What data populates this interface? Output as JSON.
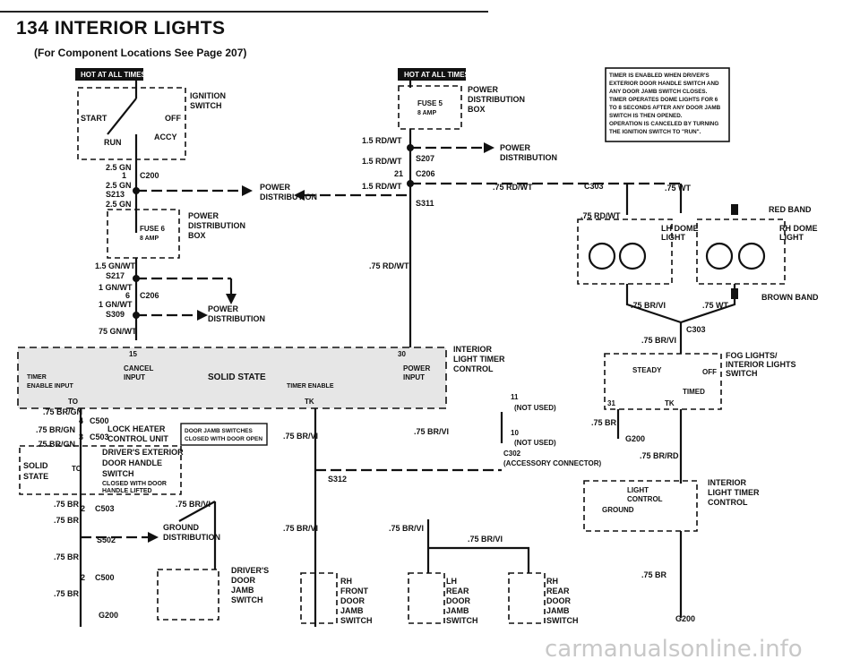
{
  "page": {
    "number_title": "134  INTERIOR LIGHTS",
    "subtitle": "(For Component Locations See Page 207)",
    "watermark": "carmanualsonline.info"
  },
  "diagram": {
    "hot_left": "HOT AT ALL TIMES",
    "hot_mid": "HOT AT ALL TIMES",
    "ign_switch": [
      "IGNITION",
      "SWITCH"
    ],
    "ign_pos": {
      "start": "START",
      "off": "OFF",
      "run": "RUN",
      "accy": "ACCY"
    },
    "wire_25gn_a": "2.5 GN",
    "c200_pin": "1",
    "c200": "C200",
    "wire_25gn_b": "2.5 GN",
    "s213": "S213",
    "wire_25gn_c": "2.5 GN",
    "pdb_left": [
      "POWER",
      "DISTRIBUTION",
      "BOX"
    ],
    "fuse6": [
      "FUSE 6",
      "8 AMP"
    ],
    "fuse5": [
      "FUSE 5",
      "8 AMP"
    ],
    "pdb_mid": [
      "POWER",
      "DISTRIBUTION",
      "BOX"
    ],
    "power_dist": [
      "POWER",
      "DISTRIBUTION"
    ],
    "wire_15gnwt": "1.5 GN/WT",
    "s217": "S217",
    "wire_1gnwt_a": "1 GN/WT",
    "c206_pin_a": "6",
    "c206_a": "C206",
    "wire_1gnwt_b": "1 GN/WT",
    "s309": "S309",
    "wire_75gnwt": "75 GN/WT",
    "wire_15rdwt_a": "1.5 RD/WT",
    "wire_15rdwt_b": "1.5 RD/WT",
    "s207": "S207",
    "c206_pin_b": "21",
    "c206_b": "C206",
    "wire_15rdwt_c": "1.5 RD/WT",
    "s311": "S311",
    "wire_75rdwt_a": ".75 RD/WT",
    "wire_75rdwt_b": ".75 RD/WT",
    "c303_top": "C303",
    "wire_75wt_a": ".75 WT",
    "wire_75rdwt_c": ".75 RD/WT",
    "red_band": "RED BAND",
    "lh_dome": [
      "LH DOME",
      "LIGHT"
    ],
    "rh_dome": [
      "RH DOME",
      "LIGHT"
    ],
    "wire_75brvi_a": ".75 BR/VI",
    "wire_75wt_b": ".75 WT",
    "brown_band": "BROWN BAND",
    "c303_mid": "C303",
    "note": [
      "TIMER IS ENABLED WHEN DRIVER'S",
      "EXTERIOR DOOR HANDLE SWITCH AND",
      "ANY DOOR JAMB SWITCH CLOSES.",
      "TIMER OPERATES DOME LIGHTS FOR 6",
      "TO 8 SECONDS AFTER ANY DOOR JAMB",
      "SWITCH IS THEN OPENED.",
      "OPERATION IS CANCELED BY TURNING",
      "THE IGNITION SWITCH TO \"RUN\"."
    ],
    "wire_75brvi_b": ".75 BR/VI",
    "fog_switch": [
      "FOG LIGHTS/",
      "INTERIOR LIGHTS",
      "SWITCH"
    ],
    "fog_pos": {
      "steady": "STEADY",
      "off": "OFF",
      "timed": "TIMED"
    },
    "fog_pins": {
      "p31": "31",
      "tk": "TK"
    },
    "timer_pins": {
      "p15": "15",
      "p30": "30",
      "to": "TO",
      "tk": "TK"
    },
    "timer_labels": {
      "timer_enable": [
        "TIMER",
        "ENABLE INPUT"
      ],
      "cancel": [
        "CANCEL",
        "INPUT"
      ],
      "solid_state": "SOLID STATE",
      "power_input": [
        "POWER",
        "INPUT"
      ],
      "timer_enable_b": "TIMER ENABLE"
    },
    "ilt_control_top": [
      "INTERIOR",
      "LIGHT TIMER",
      "CONTROL"
    ],
    "pin11": "11",
    "not_used_a": "(NOT USED)",
    "pin10": "10",
    "not_used_b": "(NOT USED)",
    "c302": "C302",
    "acc_conn": "(ACCESSORY CONNECTOR)",
    "wire_75brvi_c": ".75 BR/VI",
    "wire_75br_a": ".75 BR",
    "g200_a": "G200",
    "wire_75brrd": ".75 BR/RD",
    "ilt_control_right": [
      "INTERIOR",
      "LIGHT TIMER",
      "CONTROL"
    ],
    "light_control": [
      "LIGHT",
      "CONTROL"
    ],
    "ground_label": "GROUND",
    "wire_75brgn_a": ".75 BR/GN",
    "c500_pin_a": "4",
    "c500_a": "C500",
    "wire_75brgn_b": ".75 BR/GN",
    "c503_pin_a": "3",
    "c503_a": "C503",
    "wire_75brgn_c": ".75 BR/GN",
    "lock_heater": [
      "LOCK HEATER",
      "CONTROL UNIT"
    ],
    "jamb_box": [
      "DOOR JAMB SWITCHES",
      "CLOSED WITH DOOR OPEN"
    ],
    "wire_75brvi_d": ".75 BR/VI",
    "solid_state": [
      "SOLID",
      "STATE"
    ],
    "to_label": "TO",
    "drv_ext": [
      "DRIVER'S EXTERIOR",
      "DOOR HANDLE",
      "SWITCH"
    ],
    "closed_note": [
      "CLOSED WITH DOOR",
      "HANDLE LIFTED"
    ],
    "s312": "S312",
    "wire_75br_b": ".75 BR",
    "c503_pin_b": "2",
    "c503_b": "C503",
    "wire_75brvi_e": ".75 BR/VI",
    "wire_75br_c": ".75 BR",
    "ground_dist": [
      "GROUND",
      "DISTRIBUTION"
    ],
    "s502": "S502",
    "wire_75brvi_f": ".75 BR/VI",
    "wire_75brvi_g": ".75 BR/VI",
    "wire_75brvi_h": ".75 BR/VI",
    "wire_75br_d": ".75 BR",
    "c500_pin_b": "2",
    "c500_b": "C500",
    "wire_75br_e": ".75 BR",
    "g200_b": "G200",
    "drv_jamb": [
      "DRIVER'S",
      "DOOR",
      "JAMB",
      "SWITCH"
    ],
    "rh_front": [
      "RH",
      "FRONT",
      "DOOR",
      "JAMB",
      "SWITCH"
    ],
    "lh_rear": [
      "LH",
      "REAR",
      "DOOR",
      "JAMB",
      "SWITCH"
    ],
    "rh_rear": [
      "RH",
      "REAR",
      "DOOR",
      "JAMB",
      "SWITCH"
    ],
    "wire_75br_f": ".75 BR",
    "g200_c": "G200"
  }
}
